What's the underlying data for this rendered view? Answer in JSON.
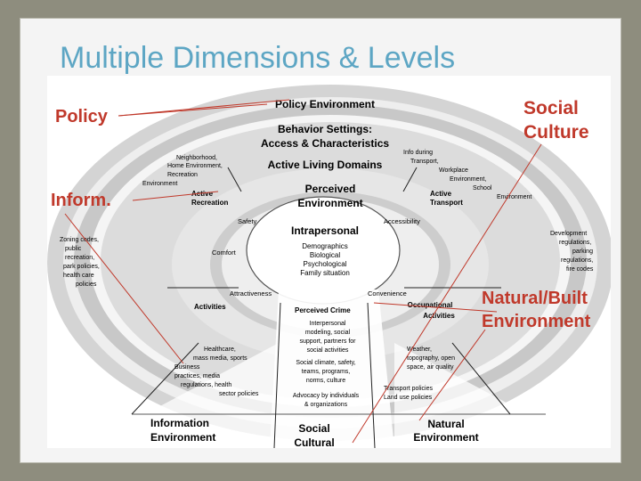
{
  "slide_title": "Multiple Dimensions & Levels",
  "overlay": {
    "policy": "Policy",
    "inform": "Inform.",
    "social_line1": "Social",
    "social_line2": "Culture",
    "natural_line1": "Natural/Built",
    "natural_line2": "Environment"
  },
  "diagram": {
    "policy_environment": "Policy Environment",
    "behavior_settings_1": "Behavior Settings:",
    "behavior_settings_2": "Access & Characteristics",
    "active_living_domains": "Active Living Domains",
    "perceived_1": "Perceived",
    "perceived_2": "Environment",
    "intrapersonal": "Intrapersonal",
    "intra_items": [
      "Demographics",
      "Biological",
      "Psychological",
      "Family situation"
    ],
    "active_recreation_1": "Active",
    "active_recreation_2": "Recreation",
    "active_transport_1": "Active",
    "active_transport_2": "Transport",
    "safety": "Safety",
    "accessibility": "Accessibility",
    "comfort": "Comfort",
    "attractiveness": "Attractiveness",
    "convenience": "Convenience",
    "activities": "Activities",
    "perceived_crime": "Perceived Crime",
    "occupational_1": "Occupational",
    "occupational_2": "Activities",
    "neighborhood_lines": [
      "Neighborhood,",
      "Home Environment,",
      "Recreation",
      "Environment"
    ],
    "info_during_lines": [
      "Info during",
      "Transport,",
      "Workplace",
      "Environment,",
      "School",
      "Environment"
    ],
    "zoning_lines": [
      "Zoning codes,",
      "public",
      "recreation,",
      "park policies,",
      "health care",
      "policies"
    ],
    "development_lines": [
      "Development",
      "regulations,",
      "parking",
      "regulations,",
      "fire codes"
    ],
    "interpersonal_lines": [
      "Interpersonal",
      "modeling, social",
      "support, partners for",
      "social activities"
    ],
    "social_climate_lines": [
      "Social climate, safety,",
      "teams, programs,",
      "norms, culture"
    ],
    "advocacy_lines": [
      "Advocacy by individuals",
      "& organizations"
    ],
    "healthcare_lines": [
      "Healthcare,",
      "mass media, sports"
    ],
    "weather_lines": [
      "Weather,",
      "topography, open",
      "space, air quality"
    ],
    "business_lines": [
      "Business",
      "practices, media",
      "regulations, health",
      "sector policies"
    ],
    "transport_policies_lines": [
      "Transport policies",
      "Land use policies"
    ],
    "information_env_1": "Information",
    "information_env_2": "Environment",
    "social_cultural_1": "Social",
    "social_cultural_2": "Cultural",
    "natural_env_1": "Natural",
    "natural_env_2": "Environment"
  },
  "colors": {
    "frame": "#8e8d7e",
    "title": "#5da6c4",
    "annotation": "#c0392b",
    "ring_outer": "#c9c9c9",
    "ring_band": "#dedede",
    "ring_inner": "#e9e9e9"
  }
}
